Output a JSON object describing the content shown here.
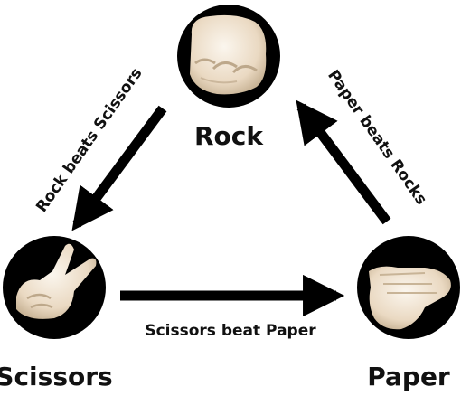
{
  "nodes": {
    "rock": {
      "label": "Rock",
      "icon": "fist-glove-icon"
    },
    "scissors": {
      "label": "Scissors",
      "icon": "v-sign-glove-icon"
    },
    "paper": {
      "label": "Paper",
      "icon": "open-hand-glove-icon"
    }
  },
  "edges": {
    "rock_scissors": {
      "label": "Rock beats Scissors"
    },
    "scissors_paper": {
      "label": "Scissors beat Paper"
    },
    "paper_rock": {
      "label": "Paper beats Rocks"
    }
  },
  "colors": {
    "arrow": "#000000",
    "text": "#111111",
    "circle_bg": "#000000",
    "glove": "#f1e6d6",
    "glove_shadow": "#c9b79f"
  }
}
